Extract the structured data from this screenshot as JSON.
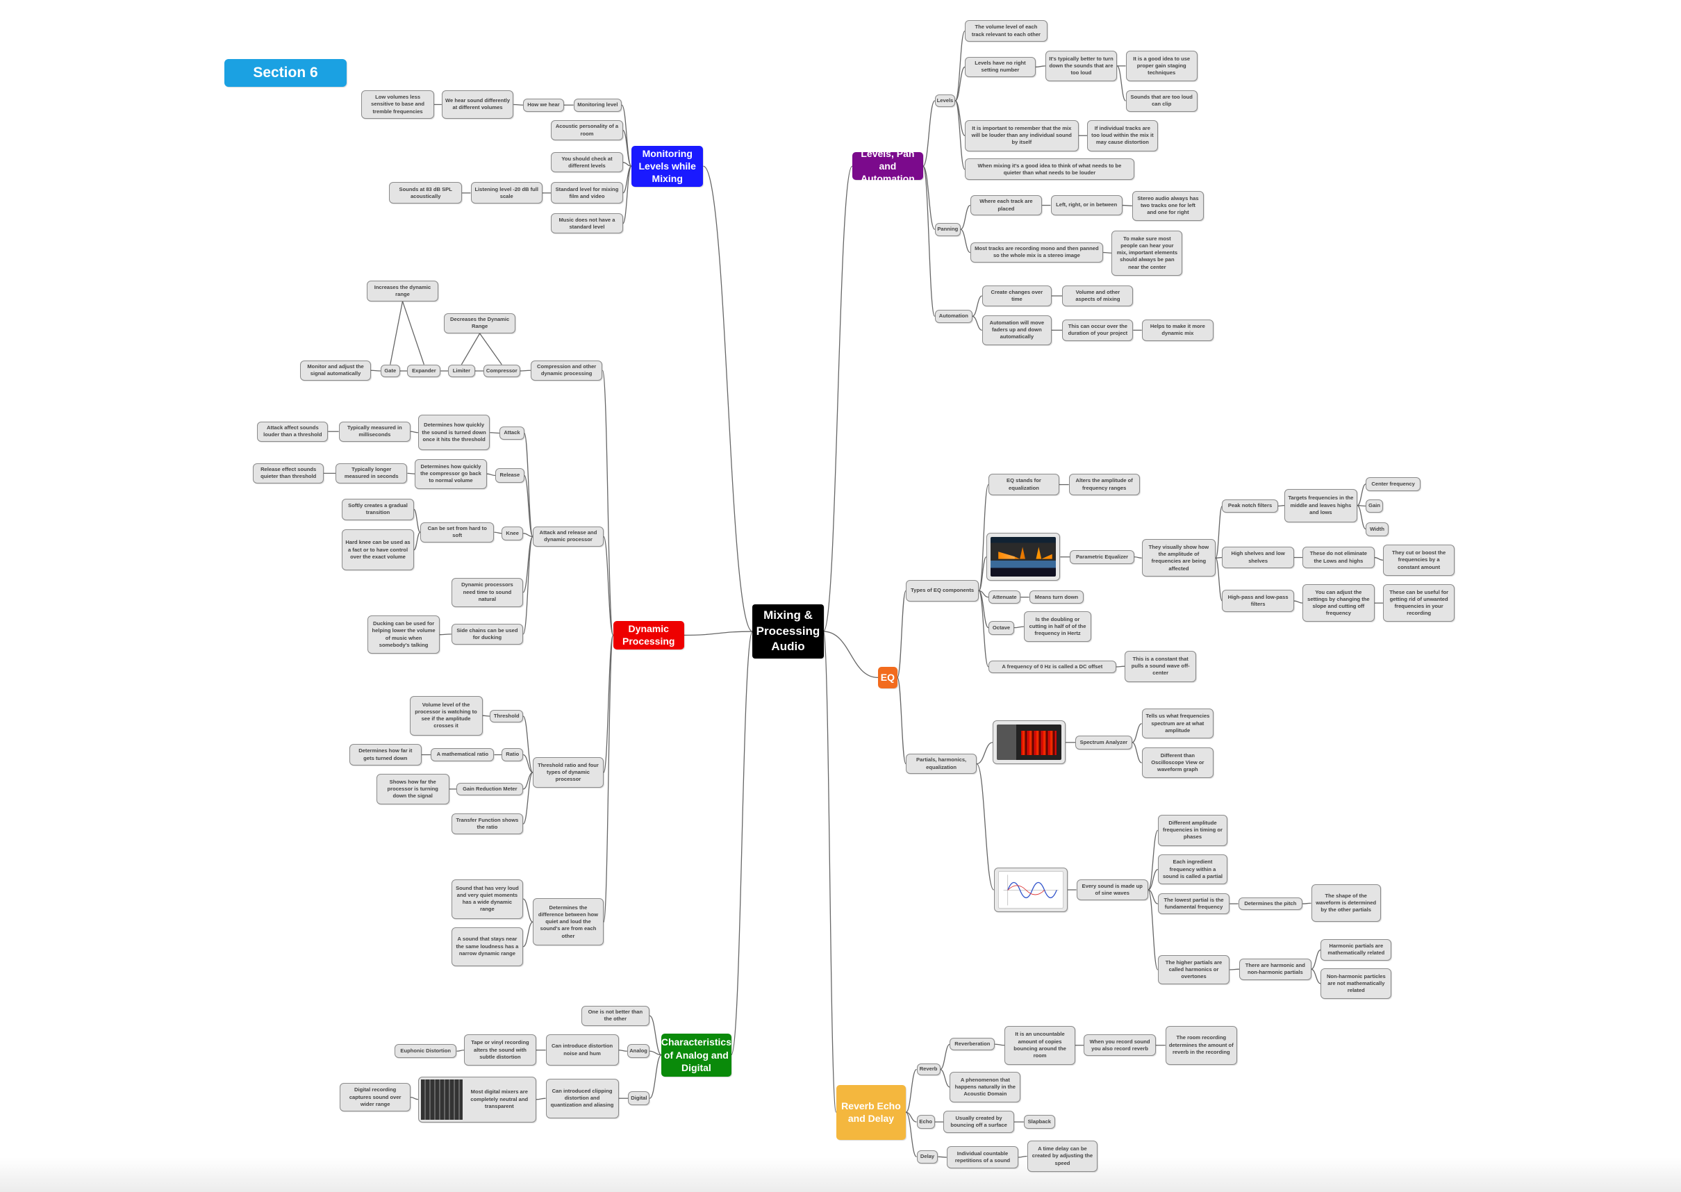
{
  "section_label": "Section 6",
  "root": "Mixing & Processing Audio",
  "colors": {
    "monitoring": "#1a1aff",
    "dynamic": "#ee0000",
    "analog": "#0a8a0a",
    "levels": "#7b0a8c",
    "eq": "#f26b1d",
    "reverb": "#f4b73e",
    "root": "#000000",
    "section": "#1ba1e2"
  },
  "nodes": {
    "mon": "Monitoring Levels while Mixing",
    "mon1": "Monitoring level",
    "mon1a": "How we hear",
    "mon1b": "We hear sound differently at different volumes",
    "mon1c": "Low volumes less sensitive to base and tremble frequencies",
    "mon2": "Acoustic personality of a room",
    "mon3": "You should check at different levels",
    "mon4": "Standard level for mixing film and video",
    "mon4a": "Listening level -20 dB full scale",
    "mon4b": "Sounds at 83 dB SPL acoustically",
    "mon5": "Music does not have a standard level",
    "dyn": "Dynamic Processing",
    "cmp": "Compression and other dynamic processing",
    "cmp1": "Compressor",
    "cmp2": "Limiter",
    "cmp3": "Expander",
    "cmp4": "Gate",
    "cmp5": "Monitor and adjust the signal automatically",
    "inc": "Increases the dynamic range",
    "dec": "Decreases the Dynamic Range",
    "ar": "Attack and release and dynamic processor",
    "att": "Attack",
    "att1": "Determines how quickly the sound is turned down once it hits the threshold",
    "att2": "Typically measured in milliseconds",
    "att3": "Attack affect sounds louder than a threshold",
    "rel": "Release",
    "rel1": "Determines how quickly the compressor go back to normal volume",
    "rel2": "Typically longer measured in seconds",
    "rel3": "Release effect sounds quieter than threshold",
    "knee": "Knee",
    "knee1": "Can be set from hard to soft",
    "knee2": "Softly creates a gradual transition",
    "knee3": "Hard knee can be used as a fact or to have control over the exact volume",
    "dpn": "Dynamic processors need time to sound natural",
    "side": "Side chains can be used for ducking",
    "side1": "Ducking can be used for helping lower the volume of music when somebody's talking",
    "thr": "Threshold ratio and four types of dynamic processor",
    "thr1": "Threshold",
    "thr1a": "Volume level of the processor is watching to see if the amplitude crosses it",
    "rat": "Ratio",
    "rat1": "A mathematical ratio",
    "rat2": "Determines how far it gets turned down",
    "grm": "Gain Reduction Meter",
    "grm1": "Shows how far the processor is turning down the signal",
    "tf": "Transfer Function shows the ratio",
    "dr": "Determines the difference between how quiet and loud the sound's are from each other",
    "dr1": "Sound that has very loud and very quiet moments has a wide dynamic range",
    "dr2": "A sound that stays near the same loudness has a narrow dynamic range",
    "ana": "Characteristics of Analog and Digital",
    "ana1": "One is not better than the other",
    "ana2": "Analog",
    "ana2a": "Can introduce distortion noise and hum",
    "ana2b": "Tape or vinyl recording alters the sound with subtle distortion",
    "ana2c": "Euphonic Distortion",
    "dig": "Digital",
    "dig1": "Can introduced clipping distortion and quantization and aliasing",
    "dig2": "Most digital mixers are completely neutral and transparent",
    "dig3": "Digital recording captures sound over wider range",
    "lev": "Levels, Pan and Automation",
    "lv": "Levels",
    "lv1": "The volume level of each track relevant to each other",
    "lv2": "Levels have no right setting number",
    "lv2a": "It's typically better to turn down the sounds that are too loud",
    "lv2b": "It is a good idea to use proper gain staging techniques",
    "lv2c": "Sounds that are too loud can clip",
    "lv3": "It is important to remember that the mix will be louder than any individual sound by itself",
    "lv3a": "If individual tracks are too loud within the mix it may cause distortion",
    "lv4": "When mixing it's a good idea to think of what needs to be quieter than what needs to be louder",
    "pan": "Panning",
    "pan1": "Where each track are placed",
    "pan1a": "Left, right, or in between",
    "pan1b": "Stereo audio always has two tracks one for left and one for right",
    "pan2": "Most tracks are recording mono and then panned so the whole mix is a stereo image",
    "pan2a": "To make sure most people can hear your mix, important elements should always be pan near the center",
    "aut": "Automation",
    "aut1": "Create changes over time",
    "aut1a": "Volume and other aspects of mixing",
    "aut2": "Automation will move faders up and down automatically",
    "aut2a": "This can occur over the duration of your project",
    "aut2b": "Helps to make it more dynamic mix",
    "eq": "EQ",
    "teq": "Types of EQ components",
    "eq1": "EQ stands for equalization",
    "eq1a": "Alters the amplitude of frequency ranges",
    "peq": "Parametric Equalizer",
    "peq1": "They visually show how the amplitude of frequencies are being affected",
    "pn": "Peak notch filters",
    "pn1": "Targets frequencies in the middle and leaves highs and lows",
    "pn2": "Center frequency",
    "pn3": "Gain",
    "pn4": "Width",
    "hs": "High shelves and low shelves",
    "hs1": "These do not eliminate the Lows and highs",
    "hs2": "They cut or boost the frequencies by a constant amount",
    "hp": "High-pass and low-pass filters",
    "hp1": "You can adjust the settings by changing the slope and cutting off frequency",
    "hp2": "These can be useful for getting rid of unwanted frequencies in your recording",
    "atn": "Attenuate",
    "atn1": "Means turn down",
    "oct": "Octave",
    "oct1": "Is the doubling or cutting in half of of the frequency in Hertz",
    "dc": "A frequency of 0 Hz is called a DC offset",
    "dc1": "This is a constant that pulls a sound wave off-center",
    "par": "Partials, harmonics, equalization",
    "sa": "Spectrum Analyzer",
    "sa1": "Tells us what frequencies spectrum are at what amplitude",
    "sa2": "Different than Oscilloscope View or waveform graph",
    "sw": "Every sound is made up of sine waves",
    "sw1": "Different amplitude frequencies in timing or phases",
    "sw2": "Each ingredient frequency within a sound is called a partial",
    "sw3": "The lowest partial is the fundamental frequency",
    "sw3a": "Determines the pitch",
    "sw3b": "The shape of the waveform is determined by the other partials",
    "sw4": "The higher partials are called harmonics or overtones",
    "sw4a": "There are harmonic and non-harmonic partials",
    "sw4b": "Harmonic partials are mathematically related",
    "sw4c": "Non-harmonic particles are not mathematically related",
    "rev": "Reverb Echo and Delay",
    "rv": "Reverb",
    "rv1": "Reverberation",
    "rv1a": "It is an uncountable amount of copies bouncing around the room",
    "rv1b": "When you record sound you also record reverb",
    "rv1c": "The room recording determines the amount of reverb in the recording",
    "rv2": "A phenomenon that happens naturally in the Acoustic Domain",
    "ec": "Echo",
    "ec1": "Usually created by bouncing off a surface",
    "ec2": "Slapback",
    "dl": "Delay",
    "dl1": "Individual countable repetitions of a sound",
    "dl2": "A time delay can be created by adjusting the speed"
  }
}
